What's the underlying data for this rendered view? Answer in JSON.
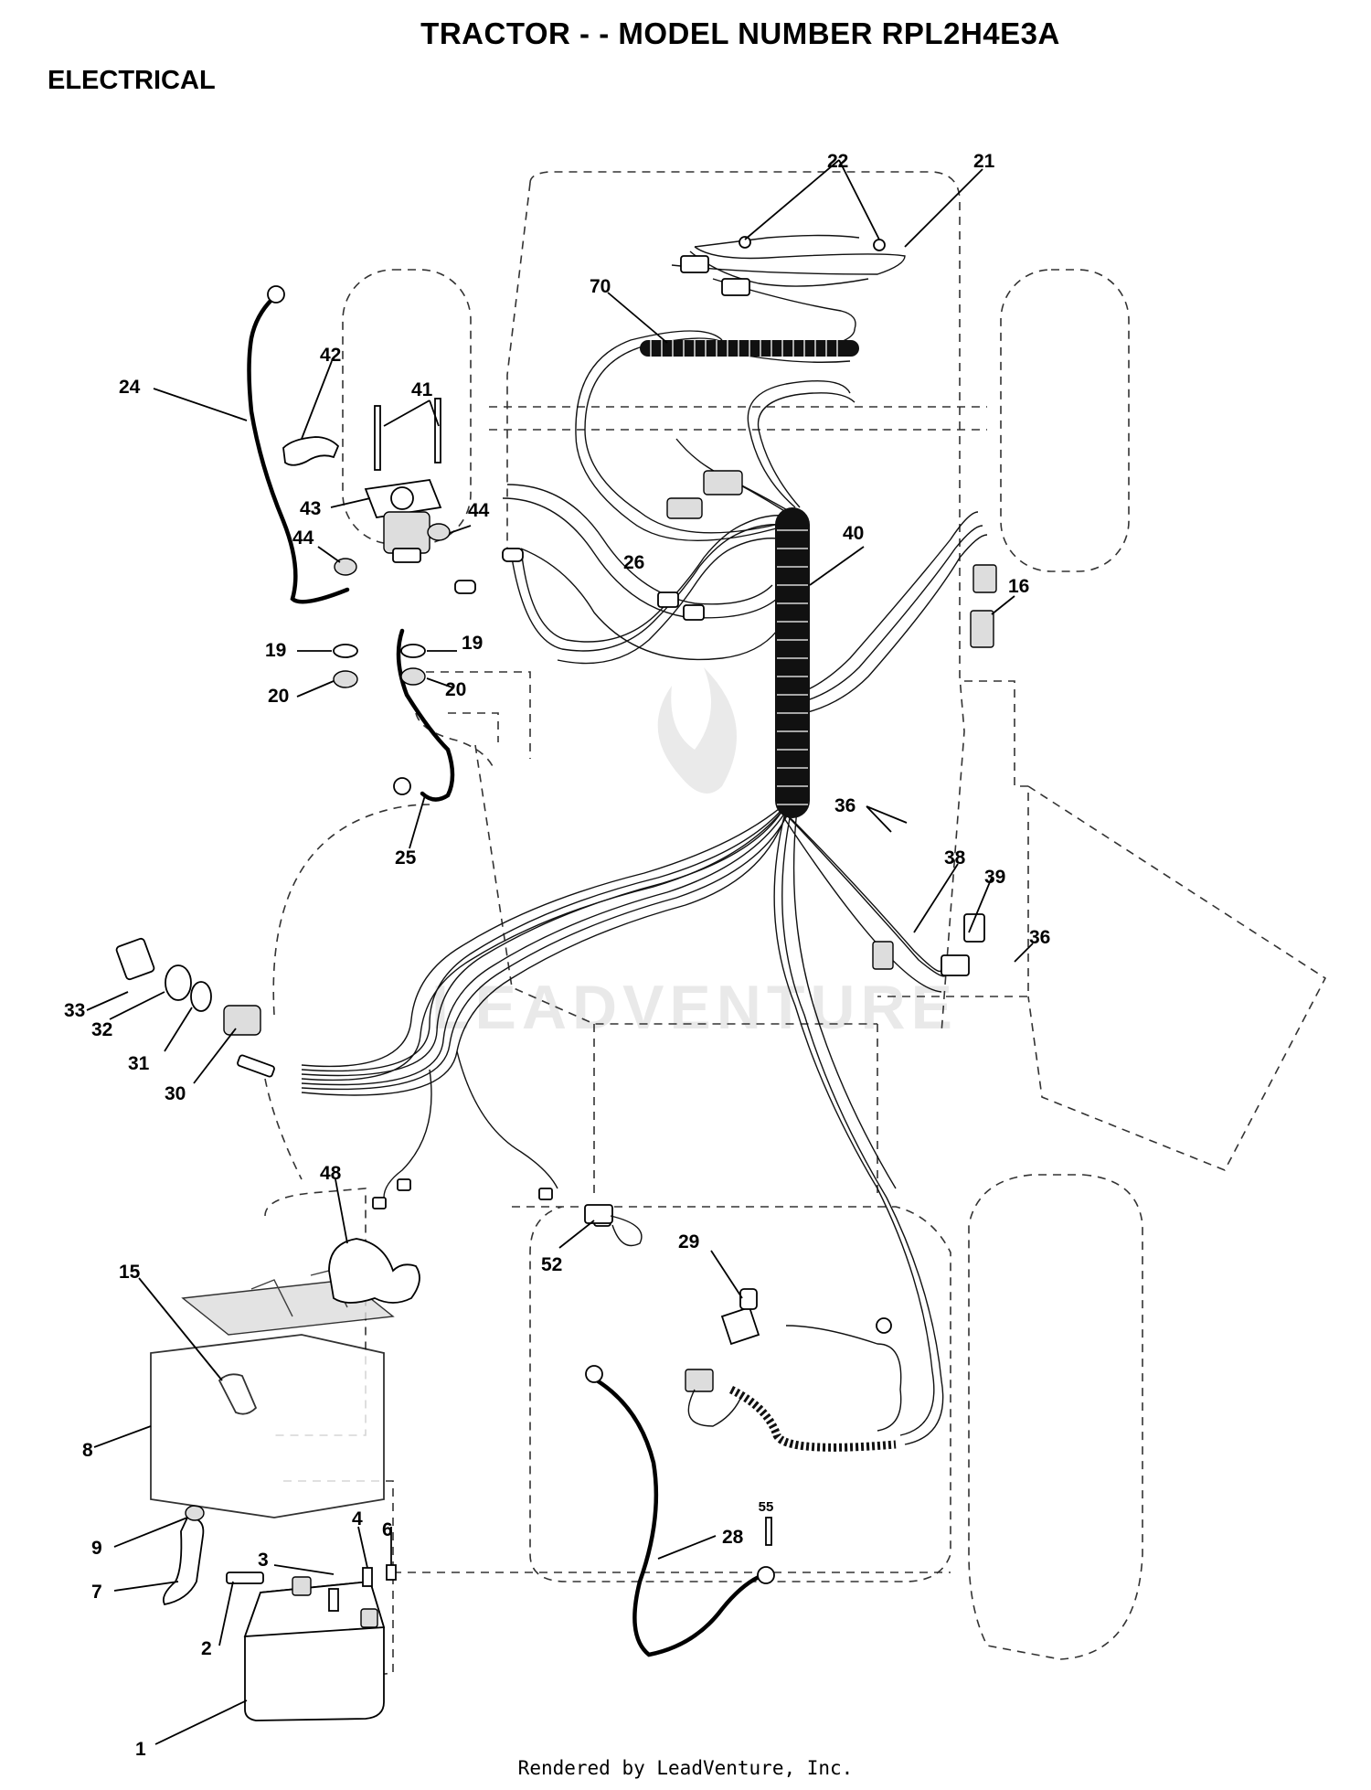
{
  "header": {
    "title": "TRACTOR - - MODEL NUMBER RPL2H4E3A",
    "section": "ELECTRICAL"
  },
  "footer": {
    "text": "Rendered by LeadVenture, Inc."
  },
  "callouts": [
    "22",
    "21",
    "70",
    "42",
    "41",
    "24",
    "43",
    "44",
    "44",
    "40",
    "26",
    "16",
    "19",
    "19",
    "20",
    "20",
    "36",
    "25",
    "38",
    "39",
    "36",
    "33",
    "32",
    "31",
    "30",
    "48",
    "15",
    "52",
    "29",
    "8",
    "55",
    "9",
    "4",
    "6",
    "3",
    "28",
    "7",
    "2",
    "1"
  ],
  "watermark": {
    "text": "LEADVENTURE",
    "visible": true
  },
  "colors": {
    "ink": "#000000",
    "background": "#ffffff"
  }
}
